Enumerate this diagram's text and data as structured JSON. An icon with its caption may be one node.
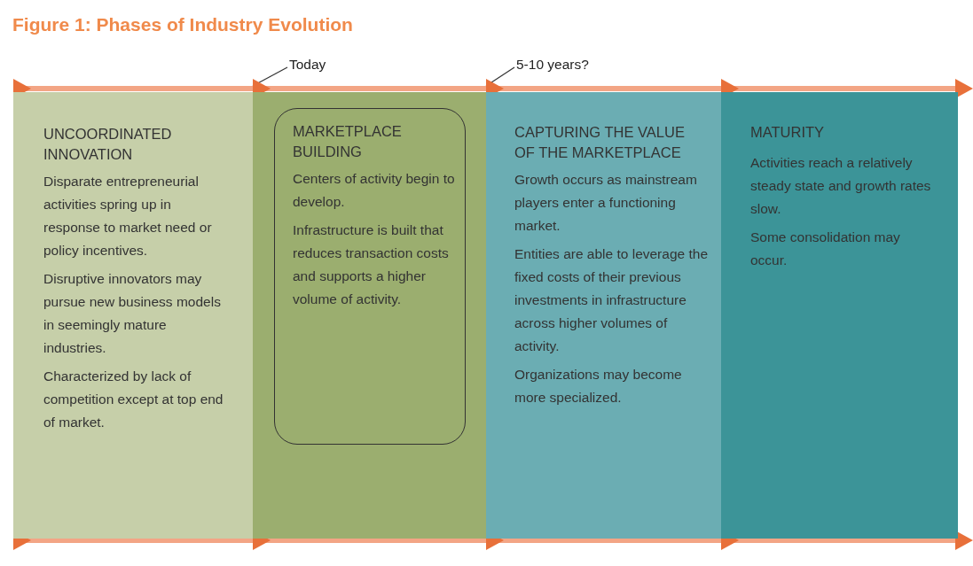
{
  "diagram": {
    "title": "Figure 1: Phases of Industry Evolution",
    "nodes": [
      {
        "text": [
          "UNCOORDINATED INNOVATION",
          "Disparate entrepreneurial activities spring up in response to market need or policy incentives.",
          "Disruptive innovators may pursue new business models in seemingly mature industries.",
          "Characterized by lack of competition except at top end of market."
        ]
      },
      {
        "text": [],
        "shape": "box"
      },
      {
        "text": [
          "MARKETPLACE BUILDING",
          "Centers of activity begin to develop.",
          "Infrastructure is built that reduces transaction costs and supports a higher volume of activity."
        ],
        "in": 1
      },
      {
        "text": [
          "CAPTURING THE VALUE OF THE MARKETPLACE",
          "Growth occurs as mainstream players enter a functioning market.",
          "Entities are able to leverage the fixed costs of their previous investments in infrastructure across higher volumes of activity.",
          "Organizations may become more specialized."
        ]
      },
      {
        "text": [
          "MATURITY",
          "Activities reach a relatively steady state and growth rates slow.",
          "Some consolidation may occur."
        ]
      },
      {
        "text": [
          "Today"
        ]
      },
      {
        "text": [
          "5-10 years?"
        ]
      }
    ],
    "edges": [
      {
        "from": 5,
        "to": 1,
        "arrow": "none"
      },
      {
        "from": 6,
        "to": 3,
        "arrow": "none"
      },
      {
        "from": 0,
        "to": 1,
        "arrow": "to"
      },
      {
        "from": 1,
        "to": 3,
        "arrow": "to"
      },
      {
        "from": 3,
        "to": 4,
        "arrow": "to"
      },
      {
        "from": 0,
        "to": 1,
        "arrow": "to"
      },
      {
        "from": 1,
        "to": 3,
        "arrow": "to"
      },
      {
        "from": 3,
        "to": 4,
        "arrow": "to"
      }
    ]
  }
}
